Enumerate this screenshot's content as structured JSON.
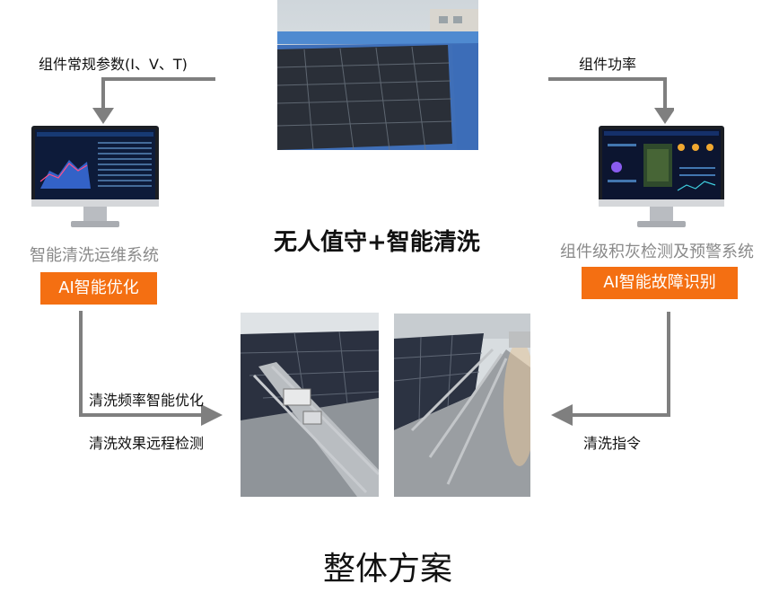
{
  "labels": {
    "top_left": "组件常规参数(I、V、T)",
    "top_right": "组件功率",
    "left_system": "智能清洗运维系统",
    "left_badge": "AI智能优化",
    "right_system": "组件级积灰检测及预警系统",
    "right_badge": "AI智能故障识别",
    "center": "无人值守+智能清洗",
    "left_arrow_1": "清洗频率智能优化",
    "left_arrow_2": "清洗效果远程检测",
    "right_arrow": "清洗指令",
    "bottom": "整体方案"
  },
  "colors": {
    "accent": "#f46f12",
    "arrow": "#7f7f7f",
    "muted_text": "#8a8a8a"
  }
}
